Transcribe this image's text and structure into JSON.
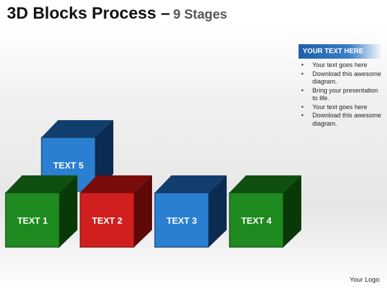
{
  "title": {
    "main": "3D Blocks Process –",
    "sub": "9 Stages"
  },
  "panel": {
    "header": "YOUR TEXT HERE",
    "bullets": [
      "Your text goes here",
      "Download this awesome diagram.",
      "Bring your presentation to life.",
      "Your text goes here",
      "Download this awesome diagram."
    ]
  },
  "blocks": [
    {
      "label": "TEXT 1",
      "color": "green"
    },
    {
      "label": "TEXT 2",
      "color": "red"
    },
    {
      "label": "TEXT 3",
      "color": "blue"
    },
    {
      "label": "TEXT 4",
      "color": "green"
    },
    {
      "label": "TEXT 5",
      "color": "blue"
    }
  ],
  "footer": {
    "logo": "Your Logo"
  },
  "colors": {
    "green": {
      "front": "#1f8a1f",
      "top": "#0f4f0f",
      "side": "#083a08"
    },
    "red": {
      "front": "#d11f1f",
      "top": "#7a0b0b",
      "side": "#5e0808"
    },
    "blue": {
      "front": "#2a7fd0",
      "top": "#123e6e",
      "side": "#0b2b50"
    }
  }
}
